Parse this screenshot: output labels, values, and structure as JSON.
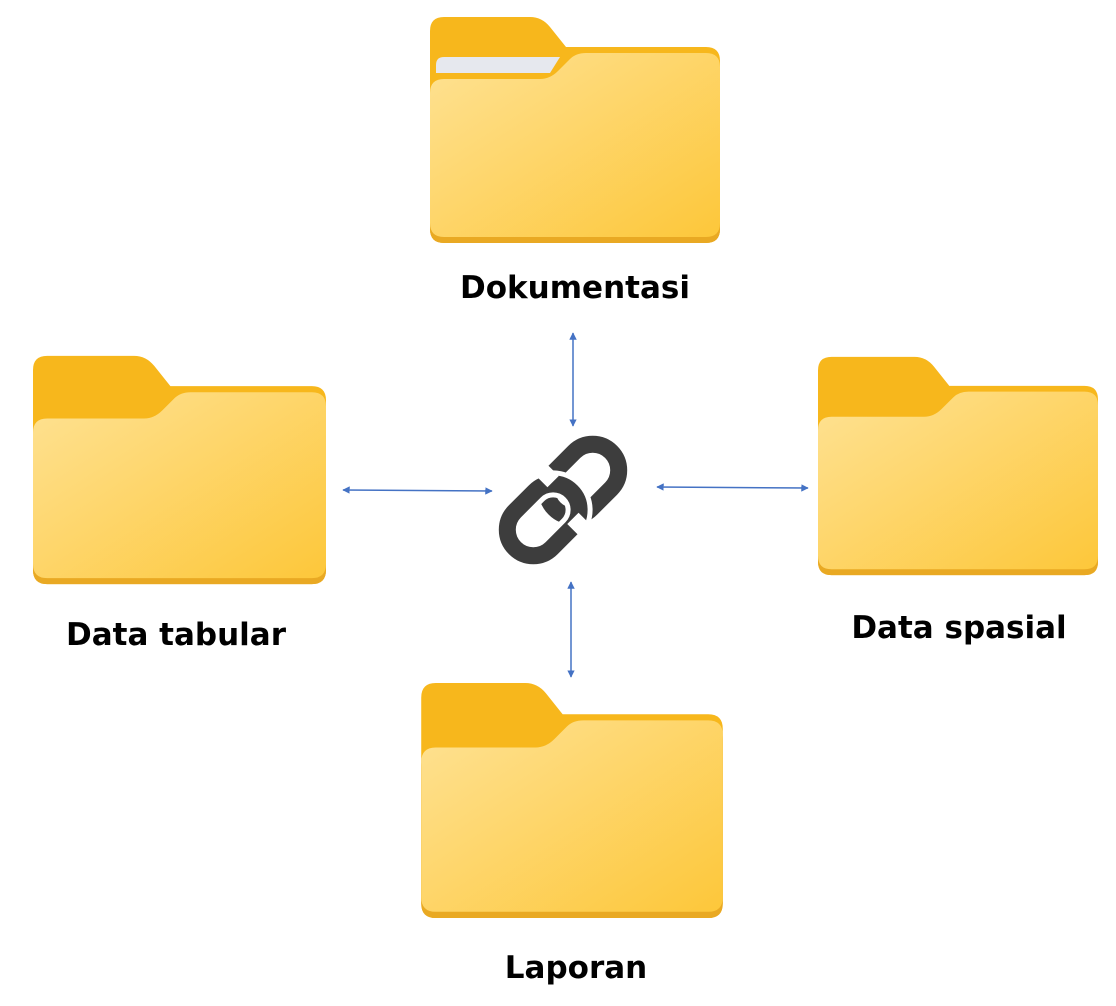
{
  "diagram": {
    "center_icon": "link-icon",
    "nodes": [
      {
        "id": "top",
        "label": "Dokumentasi",
        "icon": "folder-icon"
      },
      {
        "id": "left",
        "label": "Data tabular",
        "icon": "folder-icon"
      },
      {
        "id": "right",
        "label": "Data spasial",
        "icon": "folder-icon"
      },
      {
        "id": "bottom",
        "label": "Laporan",
        "icon": "folder-icon"
      }
    ],
    "edges": [
      {
        "from": "center",
        "to": "top",
        "type": "bidirectional"
      },
      {
        "from": "center",
        "to": "left",
        "type": "bidirectional"
      },
      {
        "from": "center",
        "to": "right",
        "type": "bidirectional"
      },
      {
        "from": "center",
        "to": "bottom",
        "type": "bidirectional"
      }
    ],
    "colors": {
      "folder_back": "#F7B71C",
      "folder_front_light": "#FEE294",
      "folder_front_dark": "#FDC73A",
      "arrow": "#4472C4",
      "link": "#3D3D3D"
    }
  }
}
